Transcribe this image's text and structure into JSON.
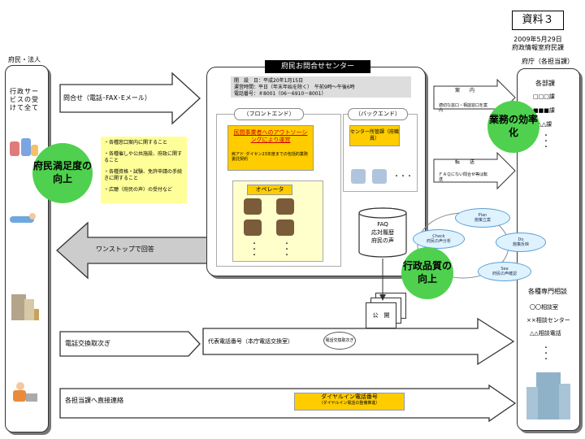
{
  "doc": {
    "label": "資料３",
    "date": "2009年5月29日",
    "dept": "府政情報室府民課"
  },
  "left_column": {
    "header": "府民・法人",
    "top_text": "行政サービスの受けて全て"
  },
  "right_column": {
    "header": "府庁（各担当課）",
    "depts_title": "各部課",
    "depts": [
      "□□□課",
      "■■■課",
      "△△△課"
    ],
    "consult_title": "各種専門相談",
    "consult": [
      "〇〇相談室",
      "××相談センター",
      "△△相談電話"
    ]
  },
  "arrows": {
    "inquiry": "問合せ（電話･FAX･Eメール）",
    "one_stop": "ワンストップで回答",
    "phone_transfer": "電話交換取次ぎ",
    "direct": "各担当課へ直接連絡"
  },
  "yellow_list": [
    "・各種窓口案内に関すること",
    "・各種催しや公共施設、府政に関すること",
    "・各種資格・試験、免許申請の手続きに関すること",
    "・広聴（府民の声）の受付など"
  ],
  "center": {
    "title": "府民お問合せセンター",
    "info": [
      "開　設　日：平成20年1月15日",
      "運営時間：平日（年末年始を除く）　午前9時〜午後6時",
      "電話番号：＃8001（06－6910－8001）"
    ],
    "front_title": "（フロントエンド）",
    "back_title": "（バックエンド）",
    "outsourcing": "民間事業者へのアウトソーシングにより運営",
    "outsourcing_note": "㈱アド･ダイセン23年度までの包括的業務委託契約",
    "operator": "オペレータ",
    "manager": "センター所管課（府職員）",
    "ellipsis": "・・・",
    "db": "FAQ\n応対履歴\n府民の声",
    "publish": "公　開"
  },
  "green_circles": {
    "satisfaction": "府民満足度の向上",
    "efficiency": "業務の効率化",
    "quality": "行政品質の向上"
  },
  "side_notes": {
    "guide_title": "案　　内",
    "guide_text": "適切な窓口・相談窓口を案内",
    "transfer_title": "転　　送",
    "transfer_text": "ＦＡＱにない問合せ等は転送"
  },
  "cycle": {
    "plan": [
      "Plan",
      "施策立案"
    ],
    "do": [
      "Do",
      "施策反映"
    ],
    "see": [
      "See",
      "府民の声確認"
    ],
    "check": [
      "Check",
      "府民の声分析"
    ]
  },
  "phone": {
    "main_line": "代表電話番号（本庁電話交換室）",
    "switch": "電話交換取次ぎ",
    "dial_in_title": "ダイヤルイン電話番号",
    "dial_in_note": "（ダイヤルイン電話の整備推進）"
  }
}
